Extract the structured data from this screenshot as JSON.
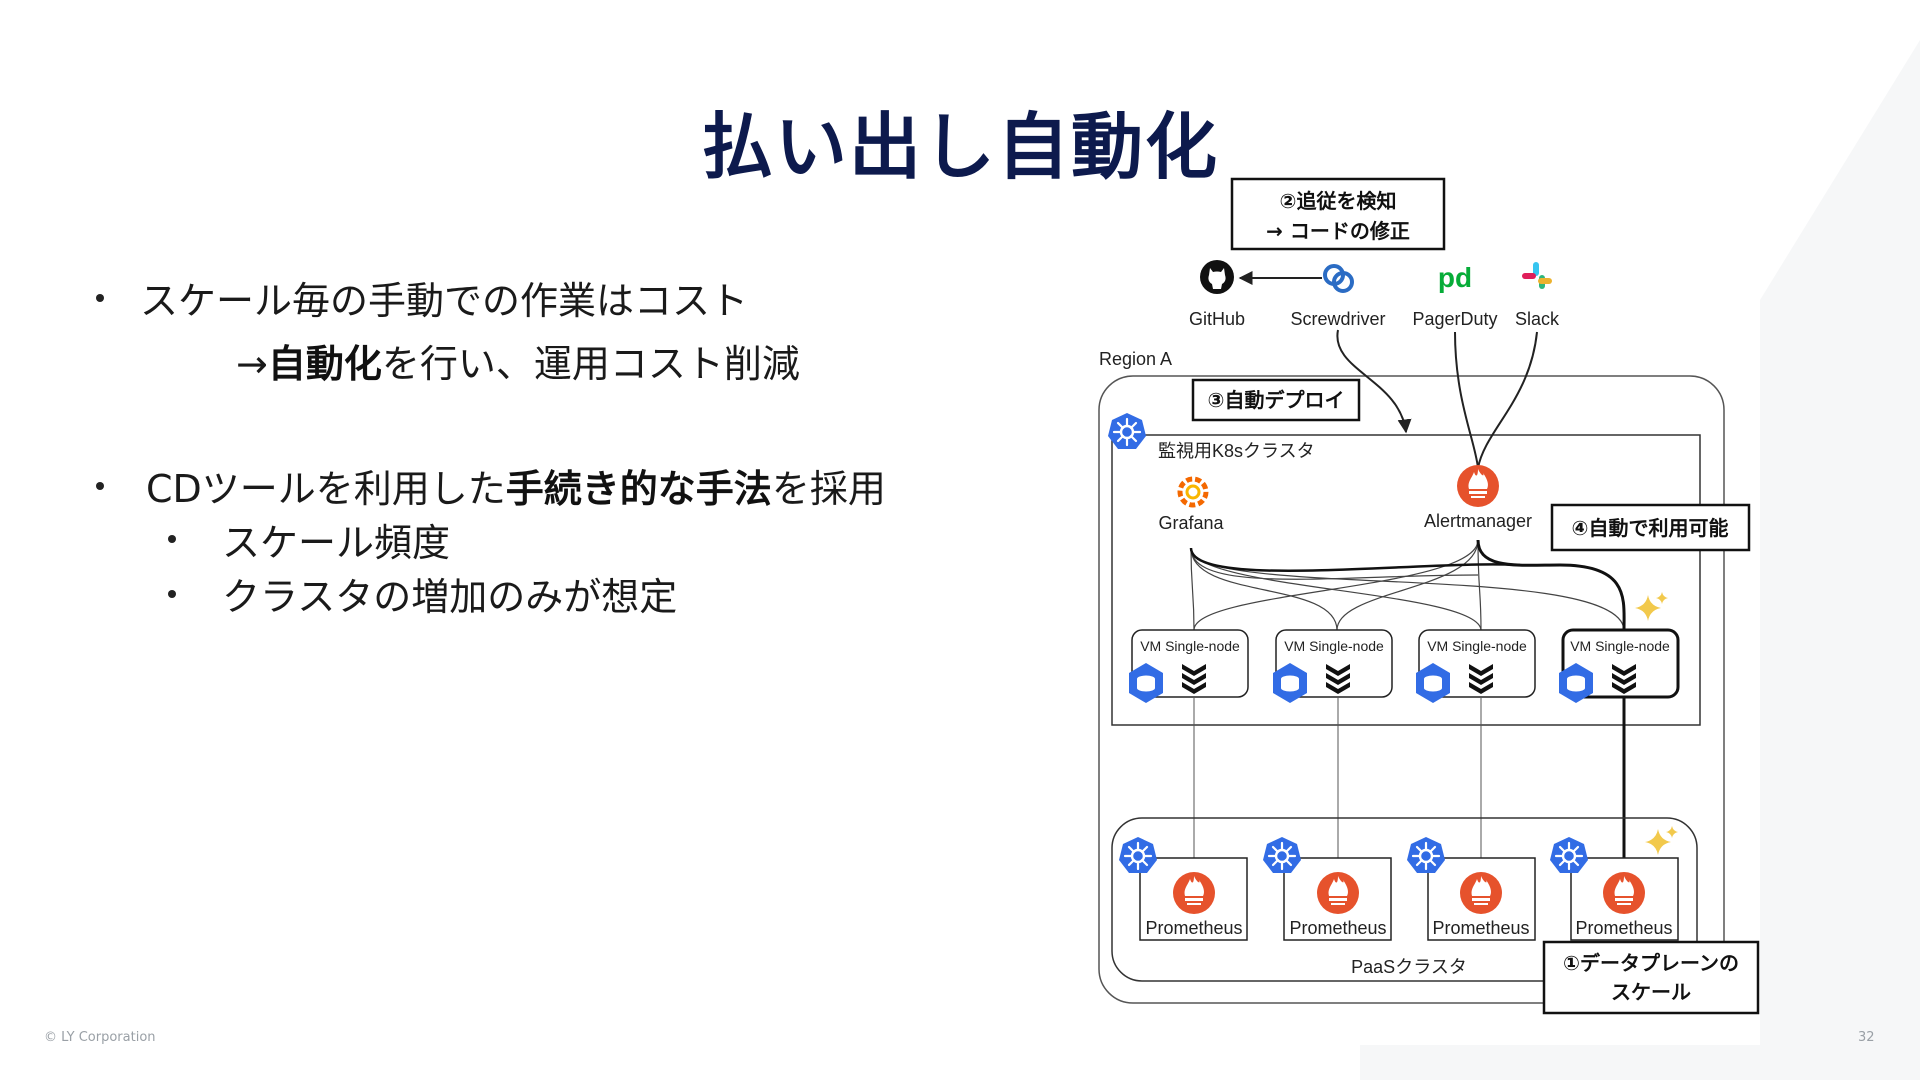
{
  "slide": {
    "title": "払い出し自動化",
    "footer": "© LY Corporation",
    "page_number": "32"
  },
  "bullets": {
    "b1_text": "スケール毎の手動での作業はコスト",
    "b1_sub_arrow": "→",
    "b1_sub_bold": "自動化",
    "b1_sub_rest": "を行い、運用コスト削減",
    "b2_pre": "CDツールを利用した",
    "b2_bold": "手続き的な手法",
    "b2_post": "を採用",
    "b2_sub": [
      "スケール頻度",
      "クラスタの増加のみが想定"
    ]
  },
  "diagram": {
    "callout_detect": [
      "②追従を検知",
      "→ コードの修正"
    ],
    "callout_deploy": "③自動デプロイ",
    "callout_available": "④自動で利用可能",
    "callout_scale": [
      "①データプレーンの",
      "スケール"
    ],
    "tools": [
      "GitHub",
      "Screwdriver",
      "PagerDuty",
      "Slack"
    ],
    "region": "Region A",
    "monitor_cluster": "監視用K8sクラスタ",
    "grafana": "Grafana",
    "alertmanager": "Alertmanager",
    "vm_label": "VM Single-node",
    "pv_label": "pv",
    "prometheus": "Prometheus",
    "paas_cluster": "PaaSクラスタ",
    "colors": {
      "title": "#0d1a4d",
      "k8s_blue": "#326ce5",
      "prometheus_orange": "#e6522c",
      "pagerduty_green": "#06ac38",
      "sparkle": "#f2c94c"
    }
  }
}
